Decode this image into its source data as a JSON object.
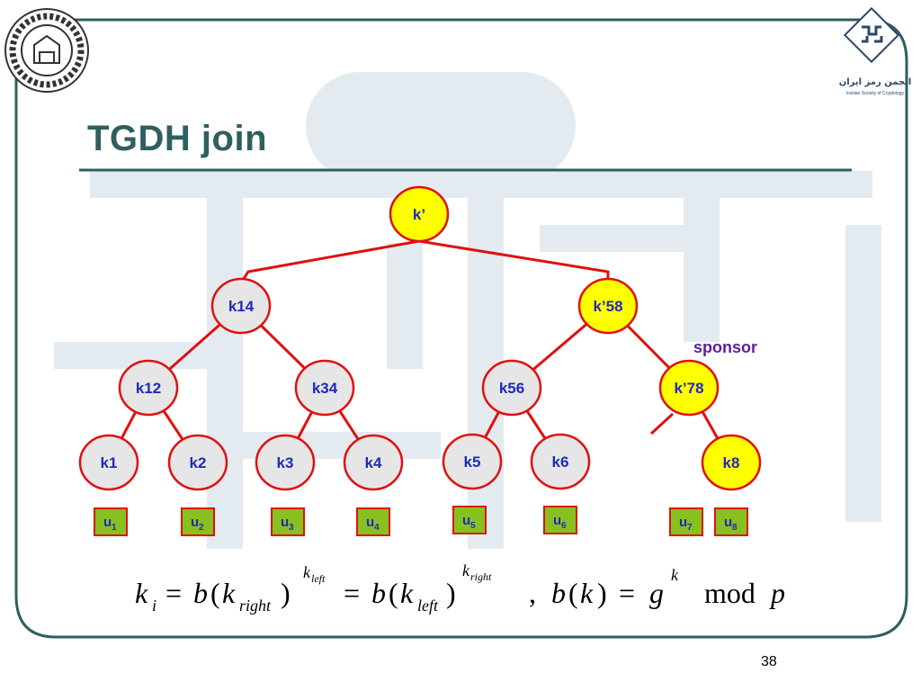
{
  "slide": {
    "title": "TGDH join",
    "page_number": "38",
    "annotation": "sponsor",
    "org_caption": "انجمن رمز ایران",
    "org_caption_sub": "Iranian Society of Cryptology"
  },
  "colors": {
    "title": "#2f5f5f",
    "edge": "#e01010",
    "node_outline": "#e01010",
    "node_fill": "#e6e6e6",
    "node_fill_highlight": "#ffff00",
    "user_box_fill": "#88c020",
    "label": "#1f2bb8",
    "sponsor": "#5b1fa0"
  },
  "tree": {
    "nodes": [
      {
        "id": "root",
        "label": "k’",
        "highlight": true
      },
      {
        "id": "k14",
        "label": "k14",
        "highlight": false
      },
      {
        "id": "k58",
        "label": "k’58",
        "highlight": true
      },
      {
        "id": "k12",
        "label": "k12",
        "highlight": false
      },
      {
        "id": "k34",
        "label": "k34",
        "highlight": false
      },
      {
        "id": "k56",
        "label": "k56",
        "highlight": false
      },
      {
        "id": "k78",
        "label": "k’78",
        "highlight": true
      },
      {
        "id": "k1",
        "label": "k1",
        "highlight": false
      },
      {
        "id": "k2",
        "label": "k2",
        "highlight": false
      },
      {
        "id": "k3",
        "label": "k3",
        "highlight": false
      },
      {
        "id": "k4",
        "label": "k4",
        "highlight": false
      },
      {
        "id": "k5",
        "label": "k5",
        "highlight": false
      },
      {
        "id": "k6",
        "label": "k6",
        "highlight": false
      },
      {
        "id": "k8",
        "label": "k8",
        "highlight": true
      }
    ],
    "edges": [
      [
        "root",
        "k14"
      ],
      [
        "root",
        "k58"
      ],
      [
        "k14",
        "k12"
      ],
      [
        "k14",
        "k34"
      ],
      [
        "k58",
        "k56"
      ],
      [
        "k58",
        "k78"
      ],
      [
        "k12",
        "k1"
      ],
      [
        "k12",
        "k2"
      ],
      [
        "k34",
        "k3"
      ],
      [
        "k34",
        "k4"
      ],
      [
        "k56",
        "k5"
      ],
      [
        "k56",
        "k6"
      ],
      [
        "k78",
        "k8"
      ]
    ],
    "users": [
      {
        "id": "u1",
        "base": "u",
        "sub": "1"
      },
      {
        "id": "u2",
        "base": "u",
        "sub": "2"
      },
      {
        "id": "u3",
        "base": "u",
        "sub": "3"
      },
      {
        "id": "u4",
        "base": "u",
        "sub": "4"
      },
      {
        "id": "u5",
        "base": "u",
        "sub": "5"
      },
      {
        "id": "u6",
        "base": "u",
        "sub": "6"
      },
      {
        "id": "u7",
        "base": "u",
        "sub": "7"
      },
      {
        "id": "u8",
        "base": "u",
        "sub": "8"
      }
    ]
  },
  "formula": {
    "k": "k",
    "i": "i",
    "eq": "=",
    "b": "b",
    "paren_open": "(",
    "paren_close": ")",
    "right": "right",
    "left": "left",
    "comma": ",",
    "g": "g",
    "mod": "mod",
    "p": "p"
  }
}
